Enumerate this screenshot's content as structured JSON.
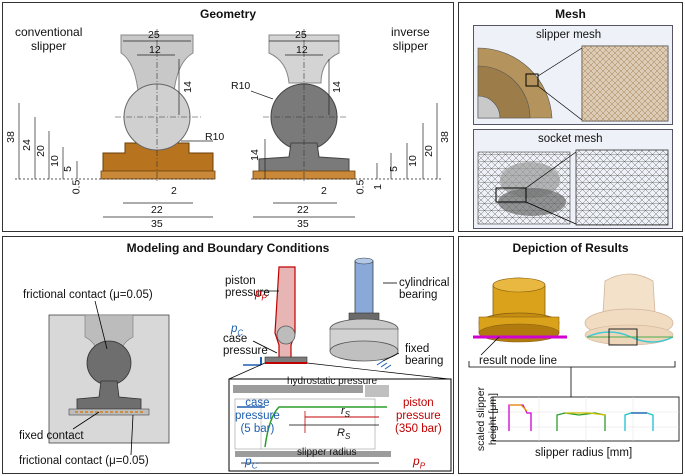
{
  "panels": {
    "geometry": {
      "title": "Geometry",
      "conventional_label": "conventional\nslipper",
      "inverse_label": "inverse\nslipper",
      "dims": {
        "d25": "25",
        "d12": "12",
        "d14": "14",
        "d38": "38",
        "d24": "24",
        "d20": "20",
        "d10": "10",
        "d5": "5",
        "d05": "0.5",
        "d22": "22",
        "d35": "35",
        "d2": "2",
        "r10": "R10",
        "d1": "1"
      }
    },
    "mesh": {
      "title": "Mesh",
      "slipper_mesh": "slipper mesh",
      "socket_mesh": "socket mesh"
    },
    "modeling": {
      "title": "Modeling and Boundary Conditions",
      "frictional_top": "frictional contact (μ=0.05)",
      "fixed_contact": "fixed contact",
      "frictional_bottom": "frictional contact (μ=0.05)",
      "piston_pressure": "piston\npressure",
      "piston_symbol": "p",
      "piston_sub": "P",
      "case_pressure": "case\npressure",
      "case_symbol": "p",
      "case_sub": "C",
      "cyl_bearing": "cylindrical\nbearing",
      "fixed_bearing": "fixed\nbearing",
      "hydrostatic": "hydrostatic pressure",
      "case_pressure_5": "case\npressure\n(5 bar)",
      "piston_pressure_350": "piston\npressure\n(350 bar)",
      "r_small": "r",
      "r_small_sub": "S",
      "r_big": "R",
      "r_big_sub": "S",
      "slipper_radius": "slipper radius",
      "pc": "p",
      "pc_sub": "C",
      "pp": "p",
      "pp_sub": "P"
    },
    "results": {
      "title": "Depiction of Results",
      "result_node_line": "result node line",
      "ylabel": "scaled slipper\nheight [μm]",
      "xlabel": "slipper radius [mm]"
    }
  },
  "colors": {
    "bronze": "#b8731f",
    "gray_part": "#9a9a9a",
    "light_gray": "#d4d4d4",
    "red": "#c00000",
    "blue": "#1f5fb0",
    "gold": "#d9a21a"
  }
}
